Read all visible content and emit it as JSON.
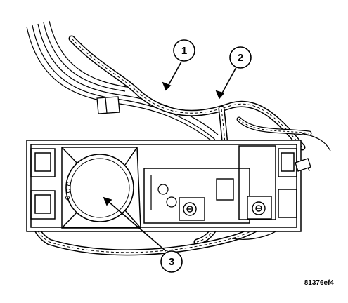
{
  "callouts": [
    {
      "id": "1",
      "label": "1"
    },
    {
      "id": "2",
      "label": "2"
    },
    {
      "id": "3",
      "label": "3"
    }
  ],
  "figure_code": "81376ef4",
  "colors": {
    "ink": "#000000",
    "paper": "#ffffff"
  }
}
